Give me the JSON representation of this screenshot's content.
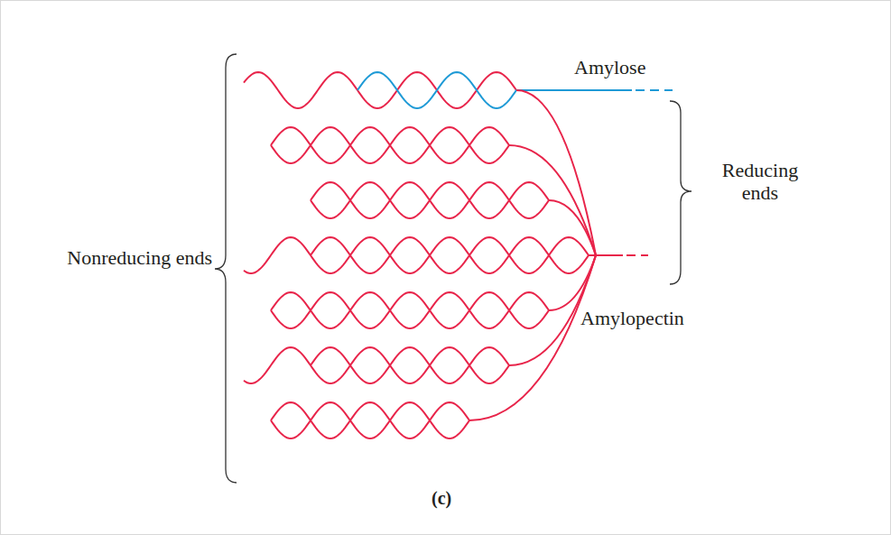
{
  "diagram": {
    "labels": [
      "Amylose",
      "Reducing ends",
      "Nonreducing ends",
      "Amylopectin",
      "(c)"
    ]
  }
}
